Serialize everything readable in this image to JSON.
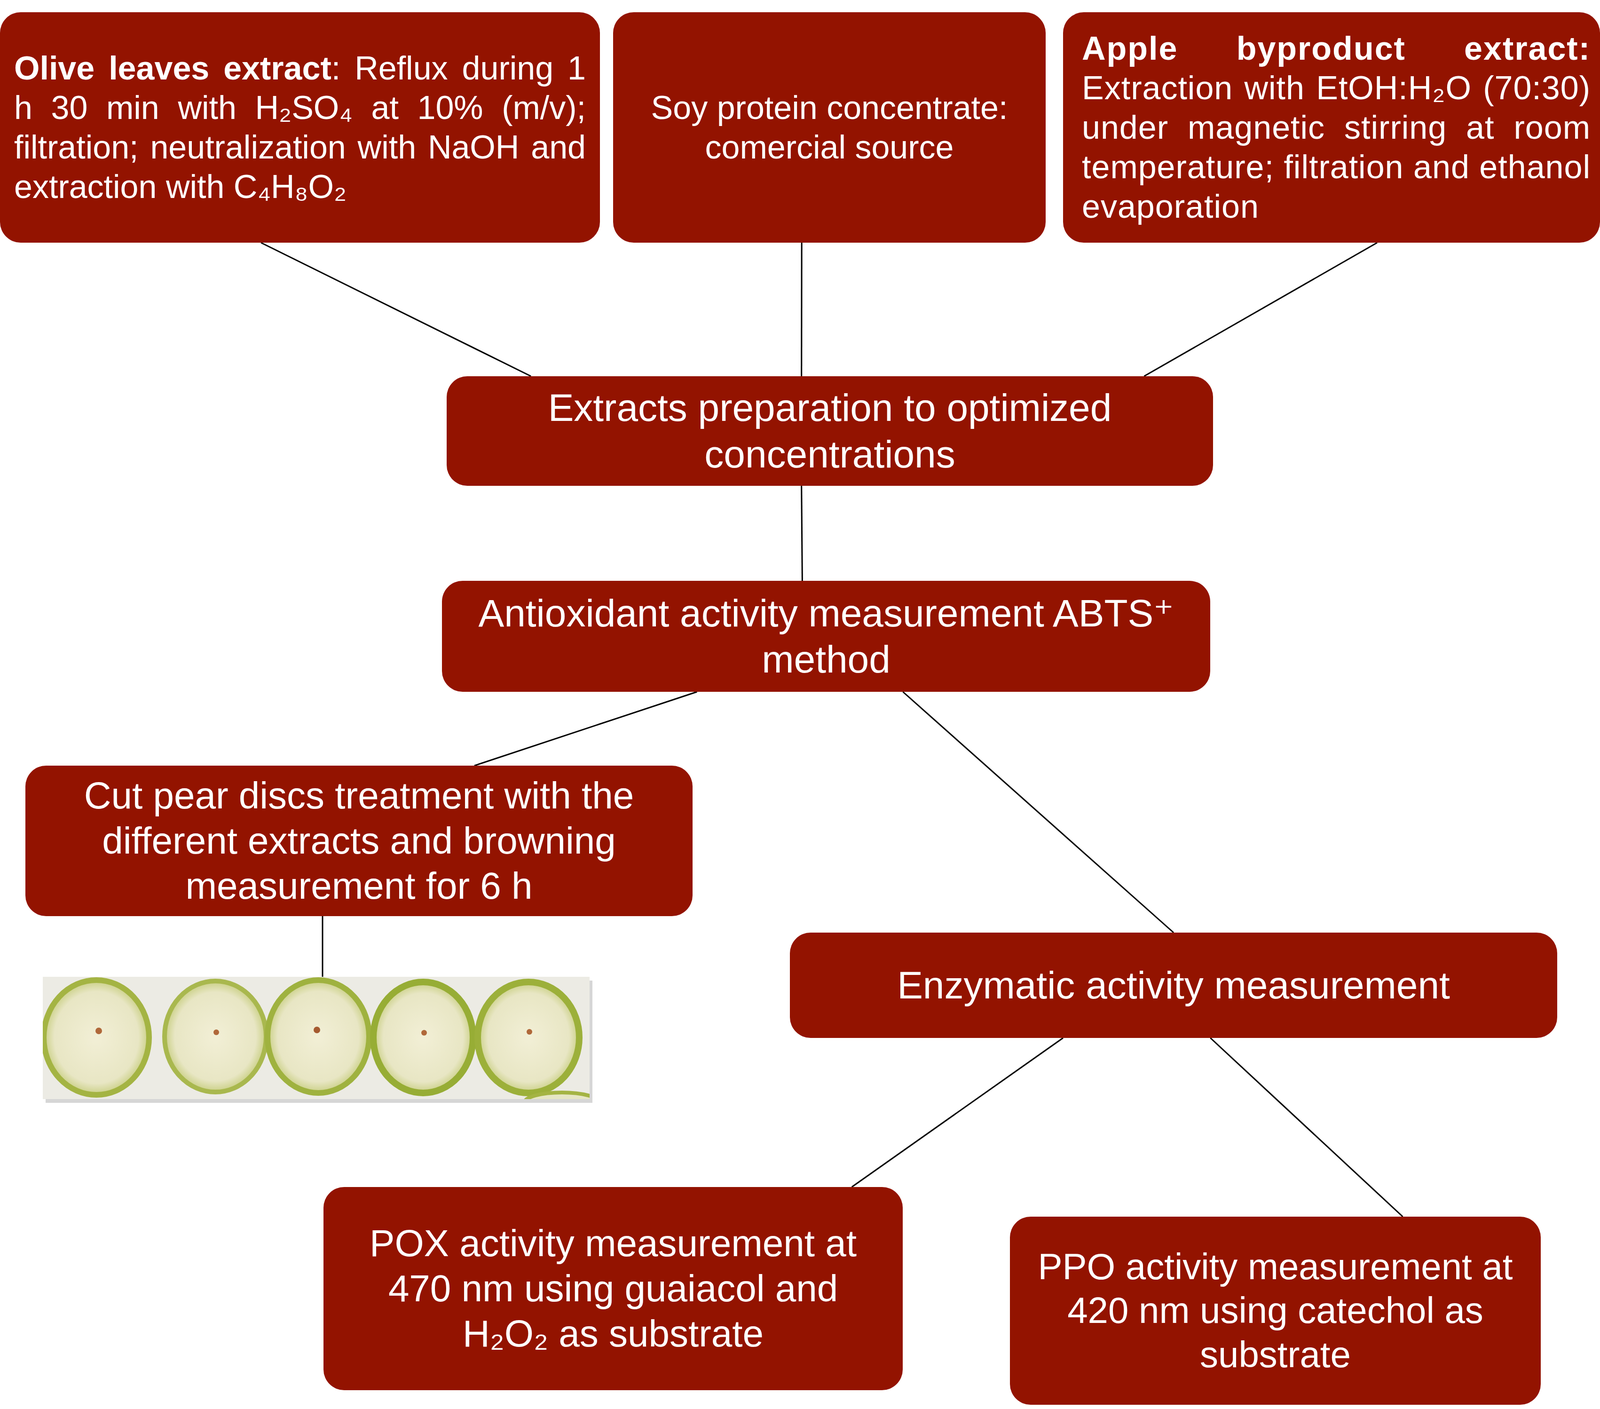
{
  "diagram": {
    "nodes": [
      {
        "text": [
          "Olive leaves extract",
          ": Reflux during 1 h 30 min with H₂SO₄ at 10% (m/v); filtration; neutralization with NaOH and extraction with C₄H₈O₂"
        ]
      },
      {
        "text": [
          "Soy protein concentrate: comercial source"
        ]
      },
      {
        "text": [
          "Apple byproduct extract:",
          "Extraction with EtOH:H₂O (70:30) under magnetic stirring at room temperature; filtration and ethanol evaporation"
        ]
      },
      {
        "text": [
          "Extracts preparation to optimized concentrations"
        ]
      },
      {
        "text": [
          "Antioxidant activity measurement ABTS⁺ method"
        ]
      },
      {
        "text": [
          "Cut pear discs treatment with the different extracts and browning measurement for 6 h"
        ]
      },
      {
        "text": [
          "Enzymatic activity measurement"
        ]
      },
      {
        "text": [
          "POX activity measurement at 470 nm using guaiacol and H₂O₂ as substrate"
        ]
      },
      {
        "text": [
          "PPO activity measurement at 420 nm using catechol as substrate"
        ]
      }
    ],
    "edges": [
      {
        "from": 0,
        "to": 3,
        "arrow": "none"
      },
      {
        "from": 1,
        "to": 3,
        "arrow": "none"
      },
      {
        "from": 2,
        "to": 3,
        "arrow": "none"
      },
      {
        "from": 3,
        "to": 4,
        "arrow": "none"
      },
      {
        "from": 4,
        "to": 5,
        "arrow": "none"
      },
      {
        "from": 4,
        "to": 6,
        "arrow": "none"
      },
      {
        "from": 6,
        "to": 7,
        "arrow": "none"
      },
      {
        "from": 6,
        "to": 8,
        "arrow": "none"
      }
    ]
  }
}
